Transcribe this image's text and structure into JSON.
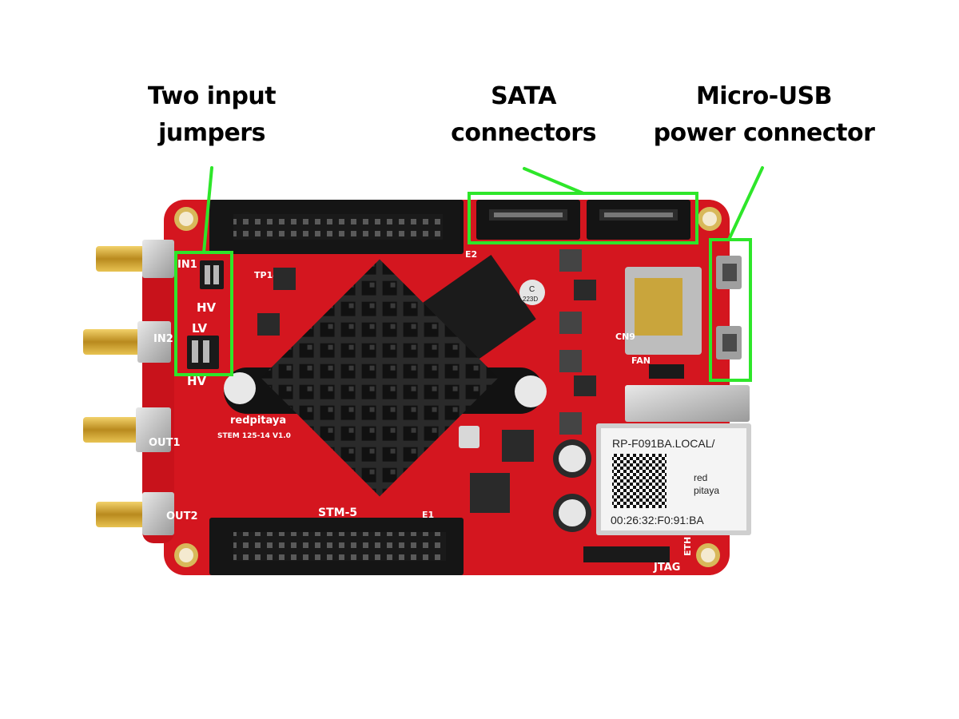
{
  "callouts": {
    "jumpers": {
      "line1": "Two input",
      "line2": "jumpers"
    },
    "sata": {
      "line1": "SATA",
      "line2": "connectors"
    },
    "usb": {
      "line1": "Micro-USB",
      "line2": "power connector"
    }
  },
  "board": {
    "brand": "redpitaya",
    "model": "STEM 125-14 V1.0",
    "stm_label": "STM-5",
    "in1": "IN1",
    "in2": "IN2",
    "out1": "OUT1",
    "out2": "OUT2",
    "hv_top": "HV",
    "lv": "LV",
    "hv_bottom": "HV",
    "e1": "E1",
    "e2": "E2",
    "fan": "FAN",
    "jtag": "JTAG",
    "eth": "ETH",
    "cn9": "CN9",
    "tp14": "TP14",
    "cap_label": "C",
    "cap_value": "223D",
    "sticker_host": "RP-F091BA.LOCAL/",
    "sticker_mac": "00:26:32:F0:91:BA",
    "sticker_logo_line1": "red",
    "sticker_logo_line2": "pitaya"
  },
  "colors": {
    "pcb": "#d4161f",
    "highlight": "#2ee62a",
    "heatsink": "#1c1c1c"
  }
}
